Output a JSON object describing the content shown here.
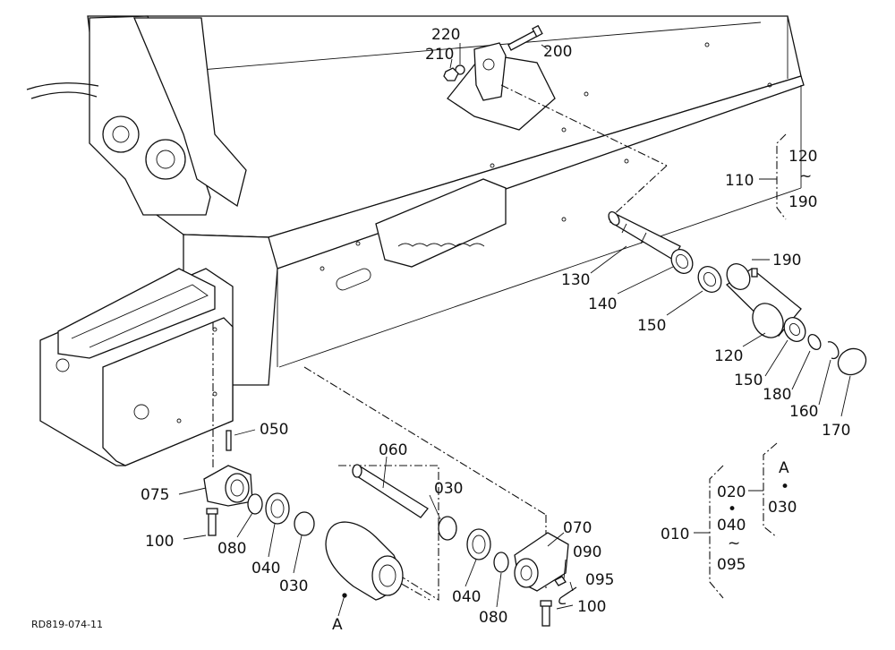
{
  "drawing_code": "RD819-074-11",
  "parts": {
    "p010": "010",
    "p020": "020",
    "p030": "030",
    "p040": "040",
    "p050": "050",
    "p060": "060",
    "p070": "070",
    "p075": "075",
    "p080": "080",
    "p090": "090",
    "p095": "095",
    "p100": "100",
    "p110": "110",
    "p120": "120",
    "p130": "130",
    "p140": "140",
    "p150": "150",
    "p160": "160",
    "p170": "170",
    "p180": "180",
    "p190": "190",
    "p200": "200",
    "p210": "210",
    "p220": "220"
  },
  "marks": {
    "ref_a": "A",
    "dot": "•",
    "tilde": "~"
  },
  "group_110": {
    "part": "110",
    "from": "120",
    "sep": "~",
    "to": "190"
  },
  "group_010": {
    "part": "010",
    "line1": "020",
    "dot1": "•",
    "line2": "040",
    "tilde": "~",
    "line3": "095",
    "sub": {
      "head": "A",
      "dot": "•",
      "tail": "030"
    }
  }
}
